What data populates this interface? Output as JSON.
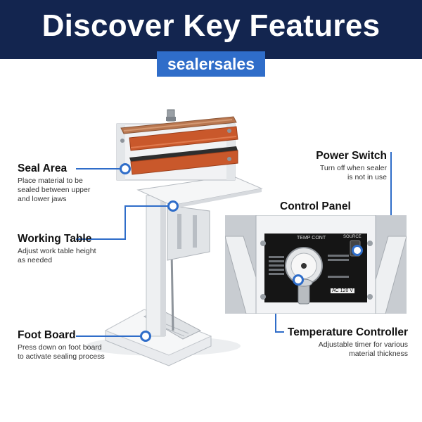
{
  "header": {
    "title": "Discover Key Features",
    "brand": "sealersales"
  },
  "features": {
    "seal_area": {
      "title": "Seal Area",
      "desc": "Place material to be sealed between upper and lower jaws"
    },
    "working_table": {
      "title": "Working Table",
      "desc": "Adjust work table height as needed"
    },
    "foot_board": {
      "title": "Foot Board",
      "desc": "Press down on foot board to activate sealing process"
    },
    "power_switch": {
      "title": "Power Switch",
      "desc": "Turn off when sealer is not in use"
    },
    "control_panel": {
      "title": "Control Panel"
    },
    "temperature_controller": {
      "title": "Temperature Controller",
      "desc": "Adjustable timer for various material thickness"
    }
  },
  "panel": {
    "temp_label": "TEMP CONT",
    "source_label": "SOURCE",
    "ac_label": "AC 120 V"
  },
  "colors": {
    "header_bg": "#13254f",
    "accent": "#2f6dc9",
    "jaw": "#c9582b"
  }
}
